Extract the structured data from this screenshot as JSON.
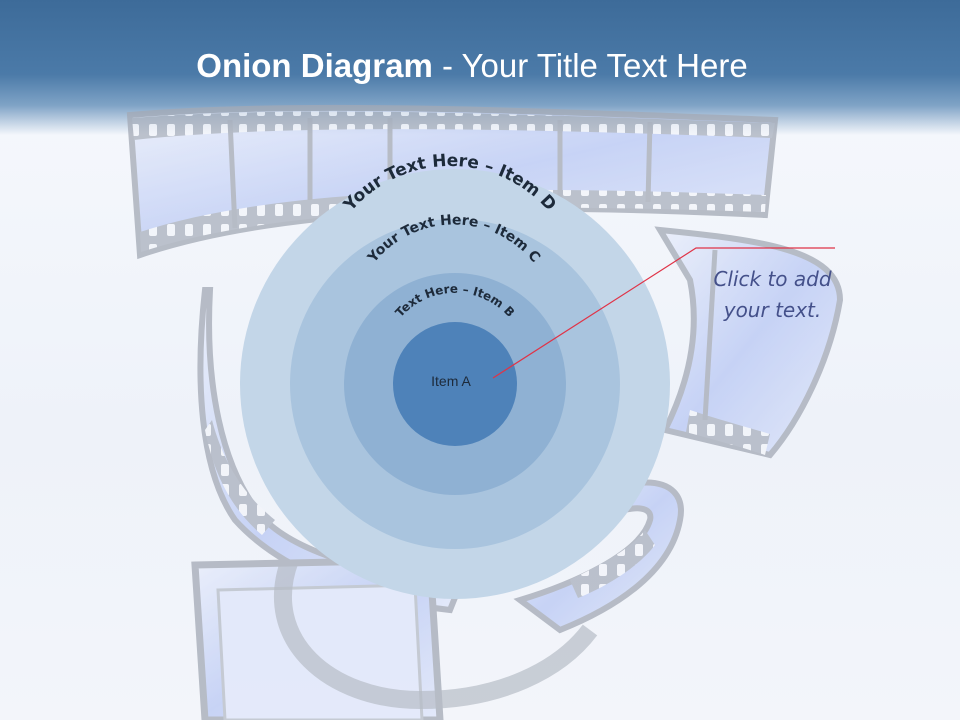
{
  "slide": {
    "title_bold": "Onion Diagram",
    "title_rest": " - Your Title Text Here"
  },
  "diagram": {
    "layers": [
      {
        "label": "Your Text Here – Item D",
        "color": "#c3d6e8"
      },
      {
        "label": "Your Text Here – Item C",
        "color": "#a9c4de"
      },
      {
        "label": "Text Here – Item B",
        "color": "#8fb1d3"
      },
      {
        "label": "Item A",
        "color": "#4e82b9"
      }
    ],
    "callout": "Click  to add your text.",
    "callout_line_color": "#e03347"
  },
  "icons": {
    "background": "film-reel-icon"
  }
}
